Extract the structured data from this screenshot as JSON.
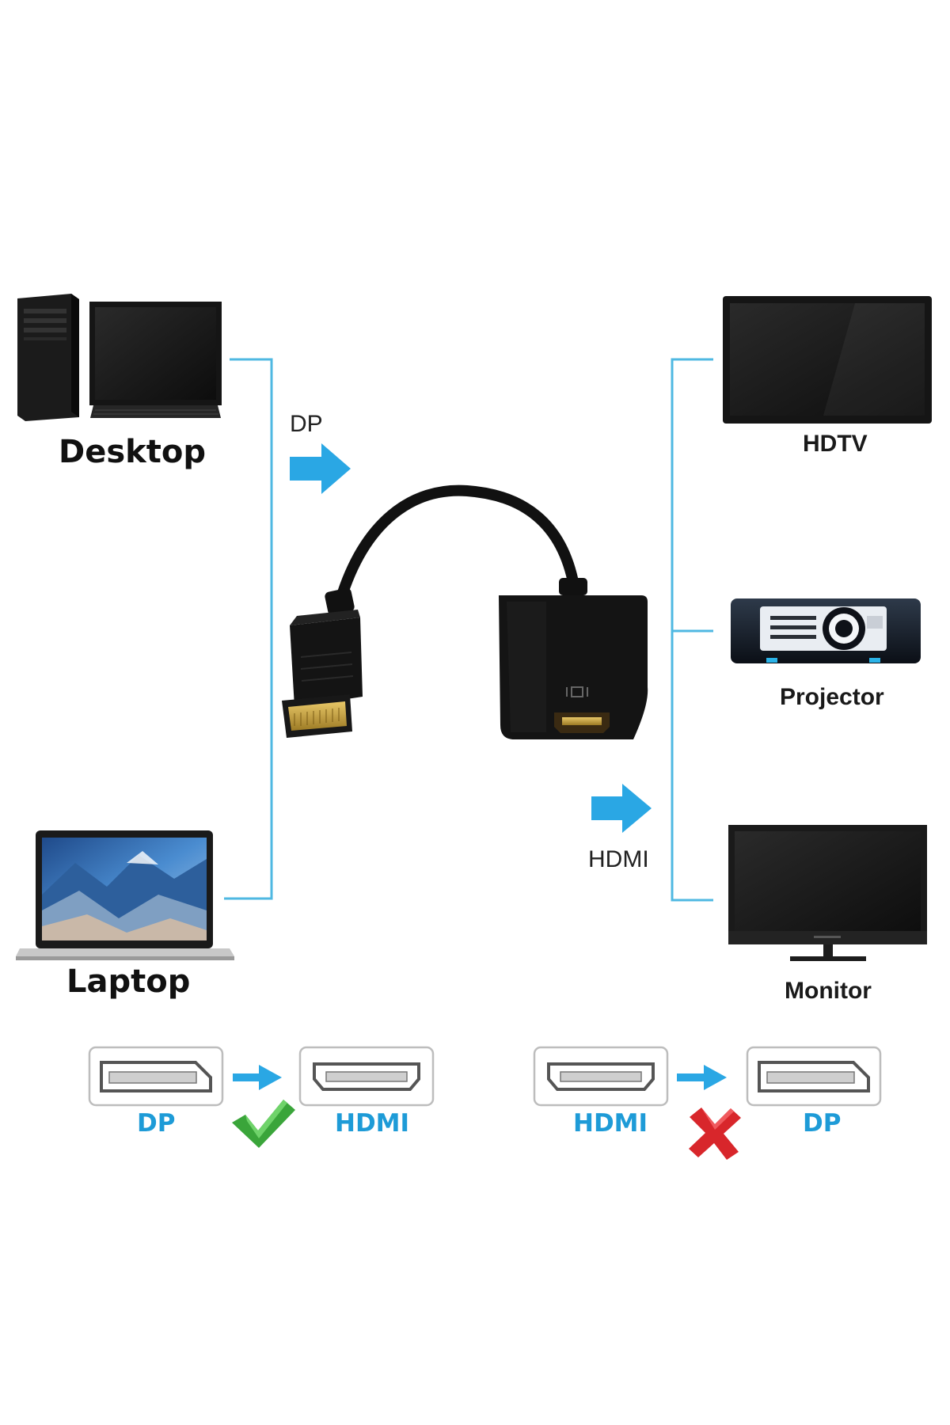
{
  "sources": {
    "desktop": "Desktop",
    "laptop": "Laptop"
  },
  "signals": {
    "input": "DP",
    "output": "HDMI"
  },
  "displays": {
    "hdtv": "HDTV",
    "projector": "Projector",
    "monitor": "Monitor"
  },
  "compatibility": [
    {
      "from": "DP",
      "to": "HDMI",
      "status": "supported",
      "status_icon": "check-icon"
    },
    {
      "from": "HDMI",
      "to": "DP",
      "status": "not-supported",
      "status_icon": "cross-icon"
    }
  ],
  "colors": {
    "accent_blue": "#1e9bd7",
    "arrow_blue": "#2aa7e4",
    "check_green": "#3aa53a",
    "cross_red": "#d8262b",
    "line_blue": "#4fb8e2"
  }
}
